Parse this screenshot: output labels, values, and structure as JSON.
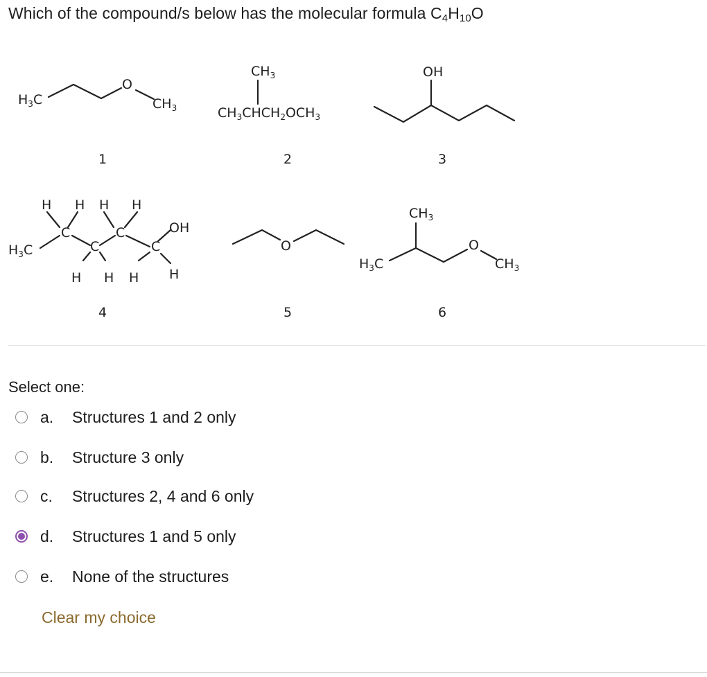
{
  "question": {
    "prefix": "Which of the compound/s below has the molecular formula C",
    "sub1": "4",
    "mid": "H",
    "sub2": "10",
    "suffix": "O"
  },
  "structures": {
    "s1": {
      "number": "1",
      "left": "H3C",
      "o": "O",
      "right": "CH3"
    },
    "s2": {
      "number": "2",
      "top": "CH3",
      "formula": "CH3CHCH2OCH3"
    },
    "s3": {
      "number": "3",
      "top": "OH"
    },
    "s4": {
      "number": "4",
      "left": "H3C",
      "oh": "OH",
      "h": "H",
      "c": "C"
    },
    "s5": {
      "number": "5",
      "o": "O"
    },
    "s6": {
      "number": "6",
      "top": "CH3",
      "left": "H3C",
      "o": "O",
      "right": "CH3"
    }
  },
  "prompt": "Select one:",
  "options": [
    {
      "letter": "a.",
      "text": "Structures 1 and 2 only",
      "checked": false
    },
    {
      "letter": "b.",
      "text": "Structure 3 only",
      "checked": false
    },
    {
      "letter": "c.",
      "text": "Structures 2, 4 and 6 only",
      "checked": false
    },
    {
      "letter": "d.",
      "text": "Structures 1 and 5 only",
      "checked": true
    },
    {
      "letter": "e.",
      "text": "None of the structures",
      "checked": false
    }
  ],
  "clear_label": "Clear my choice",
  "colors": {
    "accent": "#8e4fae",
    "link": "#8a6a2e"
  }
}
